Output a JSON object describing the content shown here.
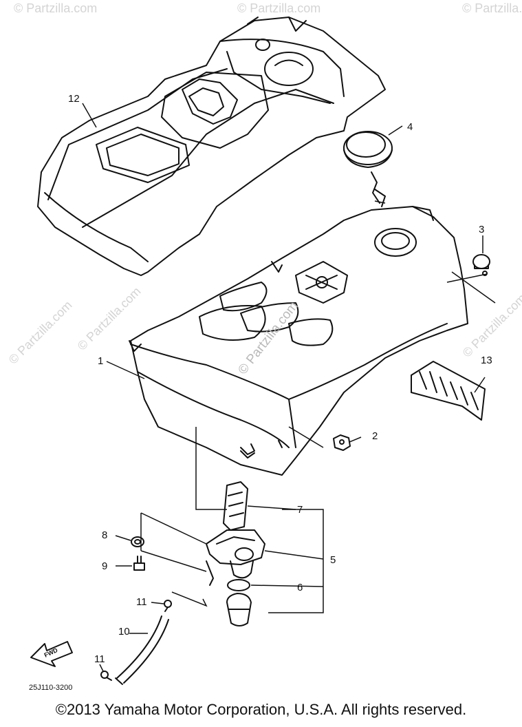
{
  "diagram": {
    "part_numbers": {
      "p1": "1",
      "p2": "2",
      "p3": "3",
      "p4": "4",
      "p5": "5",
      "p6": "6",
      "p7": "7",
      "p8": "8",
      "p9": "9",
      "p10": "10",
      "p11a": "11",
      "p11b": "11",
      "p12": "12",
      "p13": "13"
    },
    "fwd_label": "FWD",
    "drawing_code": "25J110-3200",
    "watermark": "© Partzilla.com"
  },
  "copyright": "©2013 Yamaha Motor Corporation, U.S.A. All rights reserved."
}
